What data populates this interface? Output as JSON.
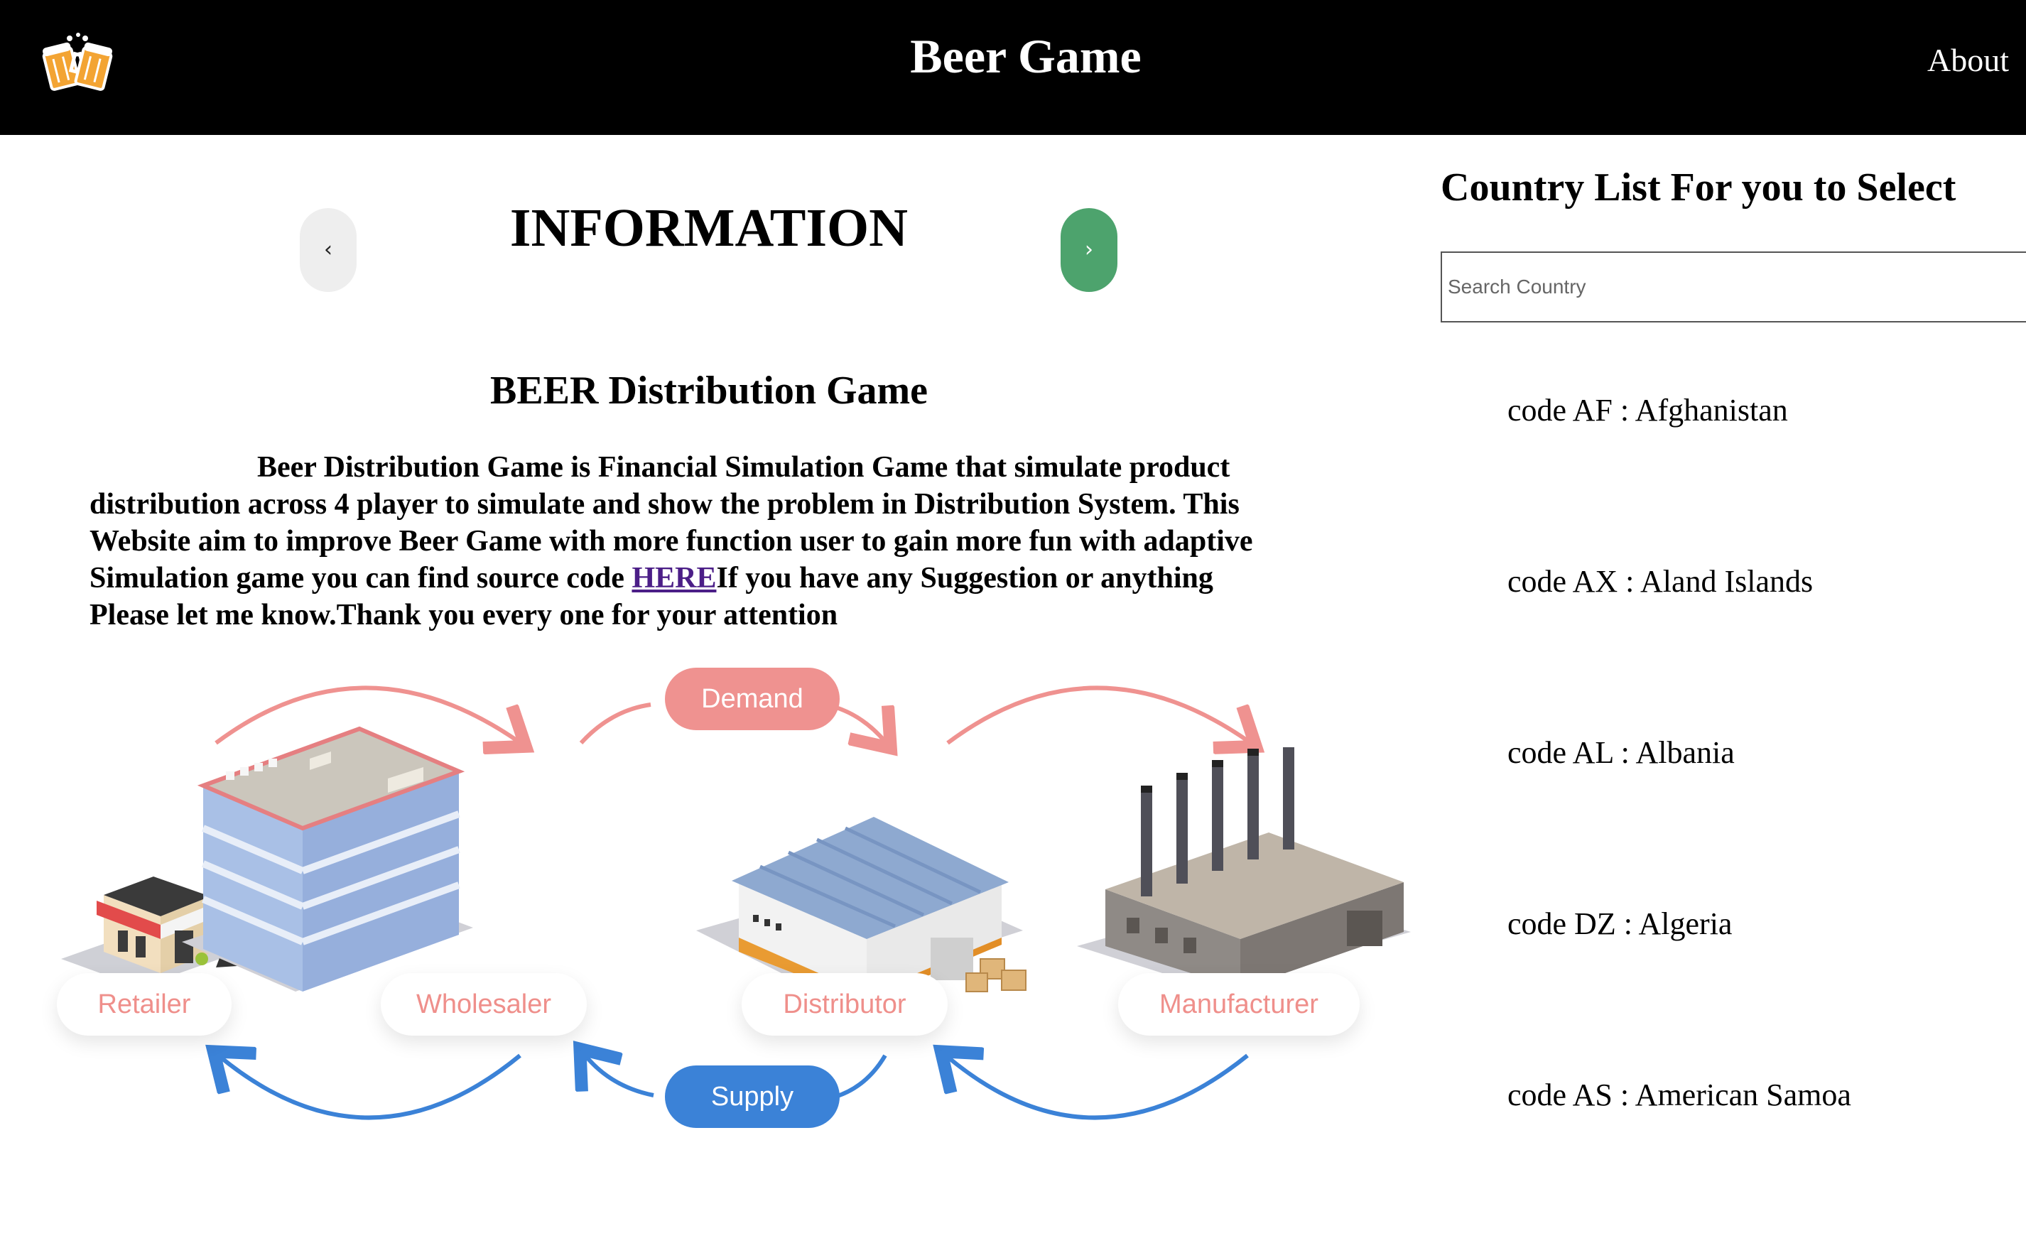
{
  "header": {
    "title": "Beer Game",
    "about_label": "About",
    "logo_icon": "beer-mugs-icon"
  },
  "info": {
    "title": "INFORMATION",
    "prev_label": "‹",
    "next_label": "›",
    "game_title": "BEER Distribution Game",
    "description_before": "Beer Distribution Game is Financial Simulation Game that simulate product distribution across 4 player to simulate and show the problem in Distribution System. This Website aim to improve Beer Game with more function user to gain more fun with adaptive Simulation game you can find source code ",
    "link_label": "HERE",
    "description_after": "If you have any Suggestion or anything Please let me know.Thank you every one for your attention"
  },
  "diagram": {
    "demand_label": "Demand",
    "supply_label": "Supply",
    "stages": [
      "Retailer",
      "Wholesaler",
      "Distributor",
      "Manufacturer"
    ],
    "colors": {
      "demand": "#ef9290",
      "supply": "#3b82d7",
      "stage_text": "#ef8f8b"
    }
  },
  "country_panel": {
    "title": "Country List For you to Select",
    "search_placeholder": "Search Country",
    "countries": [
      "code AF : Afghanistan",
      "code AX : Aland Islands",
      "code AL : Albania",
      "code DZ : Algeria",
      "code AS : American Samoa"
    ]
  }
}
